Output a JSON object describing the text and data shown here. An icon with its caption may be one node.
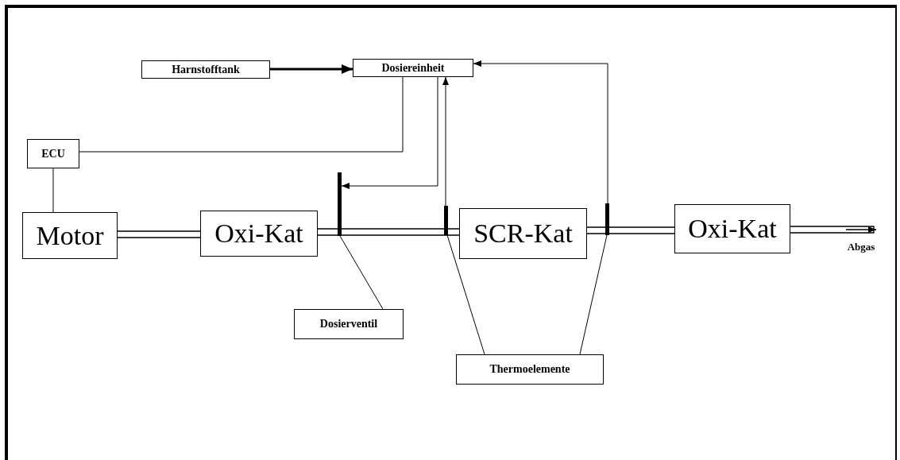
{
  "diagram": {
    "nodes": [
      {
        "text": [
          "Harnstofftank"
        ]
      },
      {
        "text": [
          "Dosiereinheit"
        ]
      },
      {
        "text": [
          "ECU"
        ]
      },
      {
        "text": [
          "Motor"
        ]
      },
      {
        "text": [
          "Oxi-Kat"
        ]
      },
      {
        "text": [
          "SCR-Kat"
        ]
      },
      {
        "text": [
          "Oxi-Kat"
        ]
      },
      {
        "text": [
          "Dosierventil"
        ]
      },
      {
        "text": [
          "Thermoelemente"
        ]
      },
      {
        "text": [],
        "shape": "bar"
      },
      {
        "text": [],
        "shape": "bar"
      },
      {
        "text": [],
        "shape": "bar"
      },
      {
        "text": [
          "Abgas"
        ]
      }
    ],
    "edges": [
      {
        "from": 0,
        "to": 1,
        "arrow": "to",
        "style": "thick"
      },
      {
        "from": 1,
        "to": 2,
        "arrow": "none"
      },
      {
        "from": 2,
        "to": 3,
        "arrow": "none"
      },
      {
        "from": 1,
        "to": 9,
        "arrow": "to"
      },
      {
        "from": 10,
        "to": 1,
        "arrow": "to"
      },
      {
        "from": 11,
        "to": 1,
        "arrow": "to"
      },
      {
        "from": 3,
        "to": 4,
        "arrow": "none"
      },
      {
        "from": 4,
        "to": 5,
        "arrow": "none"
      },
      {
        "from": 5,
        "to": 6,
        "arrow": "none"
      },
      {
        "from": 6,
        "to": 12,
        "arrow": "to"
      },
      {
        "from": 7,
        "to": 9,
        "arrow": "none"
      },
      {
        "from": 8,
        "to": 10,
        "arrow": "none"
      },
      {
        "from": 8,
        "to": 11,
        "arrow": "none"
      }
    ]
  }
}
